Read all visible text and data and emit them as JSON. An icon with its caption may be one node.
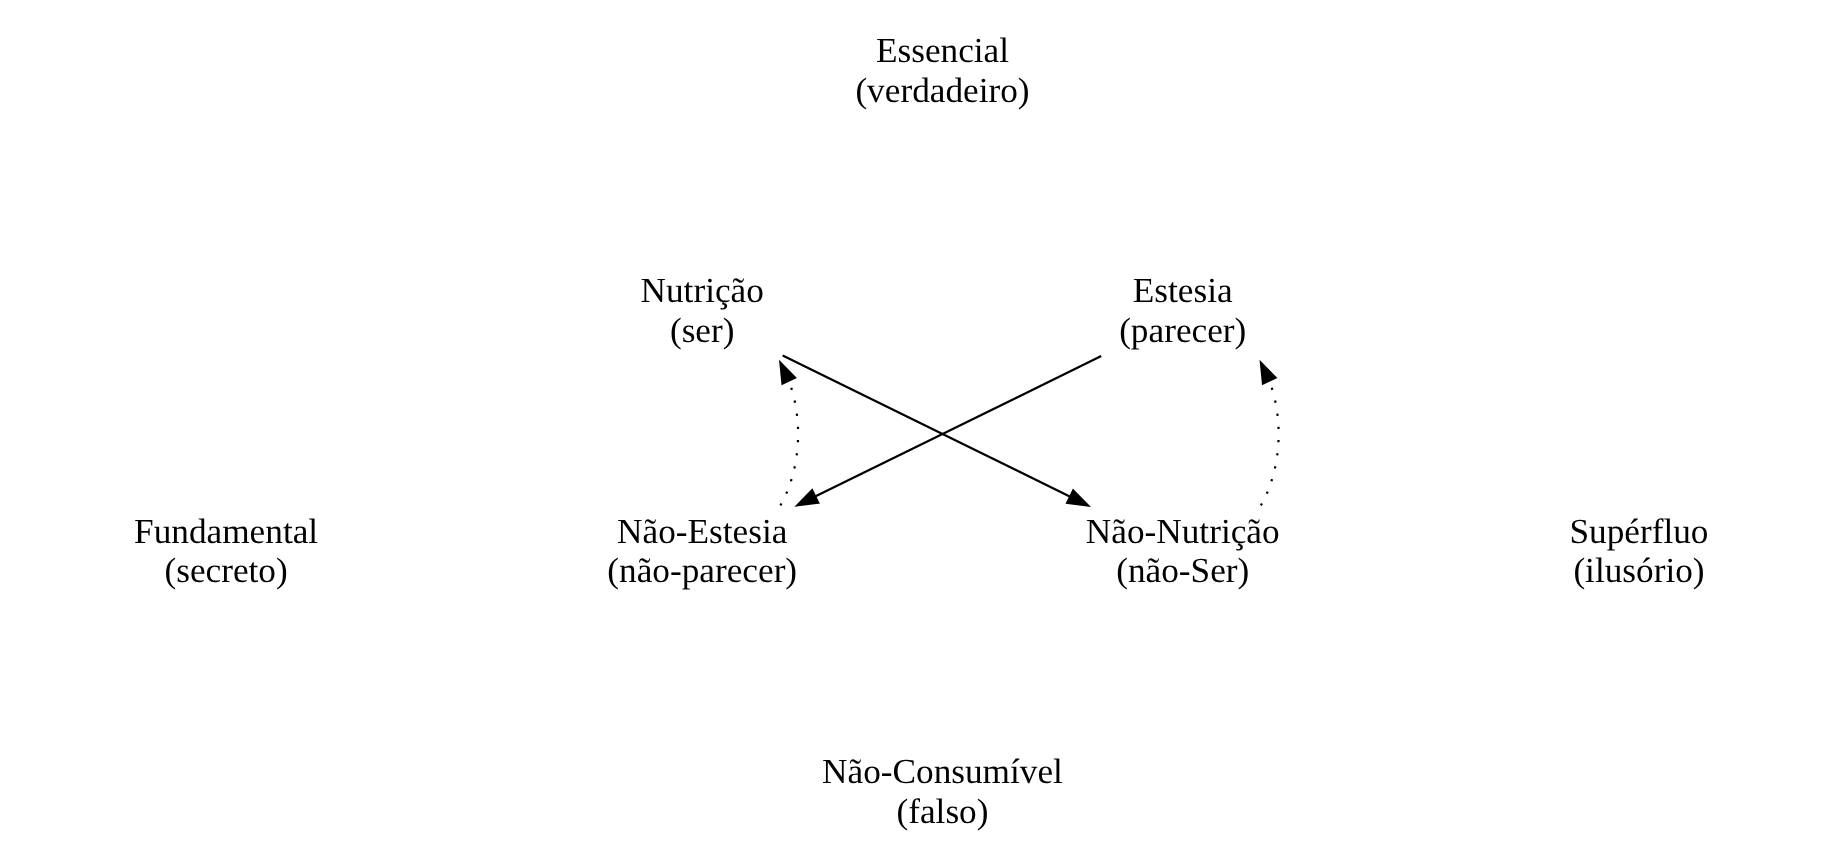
{
  "diagram": {
    "nodes": [
      {
        "text": [
          "Nutrição (ser)"
        ]
      },
      {
        "text": [
          "Estesia (parecer)"
        ]
      },
      {
        "text": [
          "Não-Estesia (não-parecer)"
        ]
      },
      {
        "text": [
          "Não-Nutrição (não-Ser)"
        ]
      }
    ],
    "edges": [
      {
        "from": 0,
        "to": 3,
        "arrow": "to"
      },
      {
        "from": 1,
        "to": 2,
        "arrow": "to"
      },
      {
        "from": 2,
        "to": 0,
        "arrow": "to",
        "style": "dashed"
      },
      {
        "from": 3,
        "to": 1,
        "arrow": "to",
        "style": "dashed"
      }
    ],
    "labels": [
      "Essencial (verdadeiro)",
      "Fundamental (secreto)",
      "Supérfluo (ilusório)",
      "Não-Consumível (falso)"
    ]
  }
}
